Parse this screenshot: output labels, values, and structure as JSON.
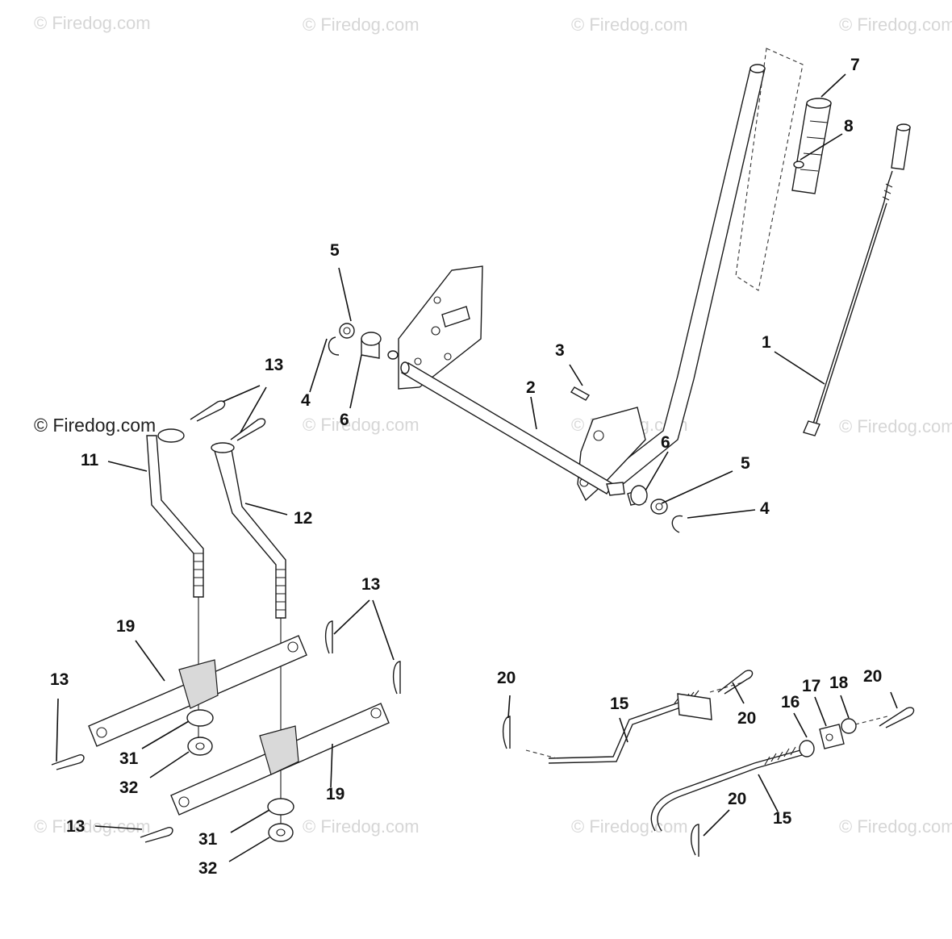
{
  "watermarks": [
    {
      "id": "wm-1",
      "text": "© Firedog.com"
    },
    {
      "id": "wm-2",
      "text": "© Firedog.com"
    },
    {
      "id": "wm-3",
      "text": "© Firedog.com"
    },
    {
      "id": "wm-4",
      "text": "© Firedog.com"
    },
    {
      "id": "wm-5",
      "text": "© Firedog.com"
    },
    {
      "id": "wm-6",
      "text": "© Firedog.com"
    },
    {
      "id": "wm-7",
      "text": "© Firedog.com"
    },
    {
      "id": "wm-8",
      "text": "© Firedog.com"
    },
    {
      "id": "wm-9",
      "text": "© Firedog.com"
    },
    {
      "id": "wm-10",
      "text": "© Firedog.com"
    },
    {
      "id": "wm-11",
      "text": "© Firedog.com"
    },
    {
      "id": "wm-12",
      "text": "© Firedog.com"
    }
  ],
  "callouts": {
    "c1": "1",
    "c2": "2",
    "c3": "3",
    "c4a": "4",
    "c4b": "4",
    "c5a": "5",
    "c5b": "5",
    "c6a": "6",
    "c6b": "6",
    "c7": "7",
    "c8": "8",
    "c11": "11",
    "c12": "12",
    "c13a": "13",
    "c13b": "13",
    "c13c": "13",
    "c13d": "13",
    "c15a": "15",
    "c15b": "15",
    "c16": "16",
    "c17": "17",
    "c18": "18",
    "c19a": "19",
    "c19b": "19",
    "c20a": "20",
    "c20b": "20",
    "c20c": "20",
    "c20d": "20",
    "c31a": "31",
    "c31b": "31",
    "c32a": "32",
    "c32b": "32"
  }
}
